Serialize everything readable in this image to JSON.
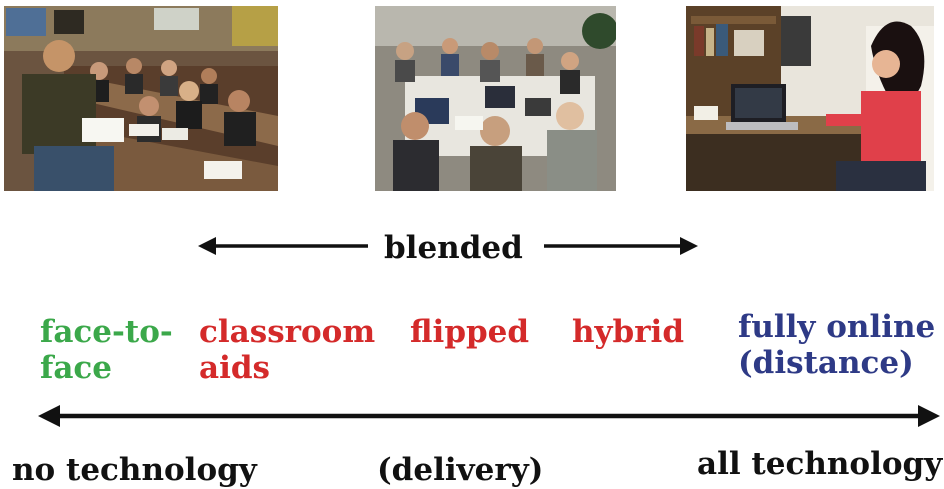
{
  "photos": {
    "classroom": "classroom-photo",
    "group": "group-laptops-photo",
    "online": "online-learner-photo"
  },
  "blended": {
    "label": "blended"
  },
  "modes": {
    "face_to_face": {
      "line1": "face-to-",
      "line2": "face",
      "color": "#3ba84a"
    },
    "classroom_aids": {
      "line1": "classroom",
      "line2": "aids",
      "color": "#d42a2a"
    },
    "flipped": {
      "label": "flipped",
      "color": "#d42a2a"
    },
    "hybrid": {
      "label": "hybrid",
      "color": "#d42a2a"
    },
    "fully_online": {
      "line1": "fully online",
      "line2": "(distance)",
      "color": "#2e3a86"
    }
  },
  "spectrum": {
    "left": "no technology",
    "center": "(delivery)",
    "right": "all technology"
  }
}
